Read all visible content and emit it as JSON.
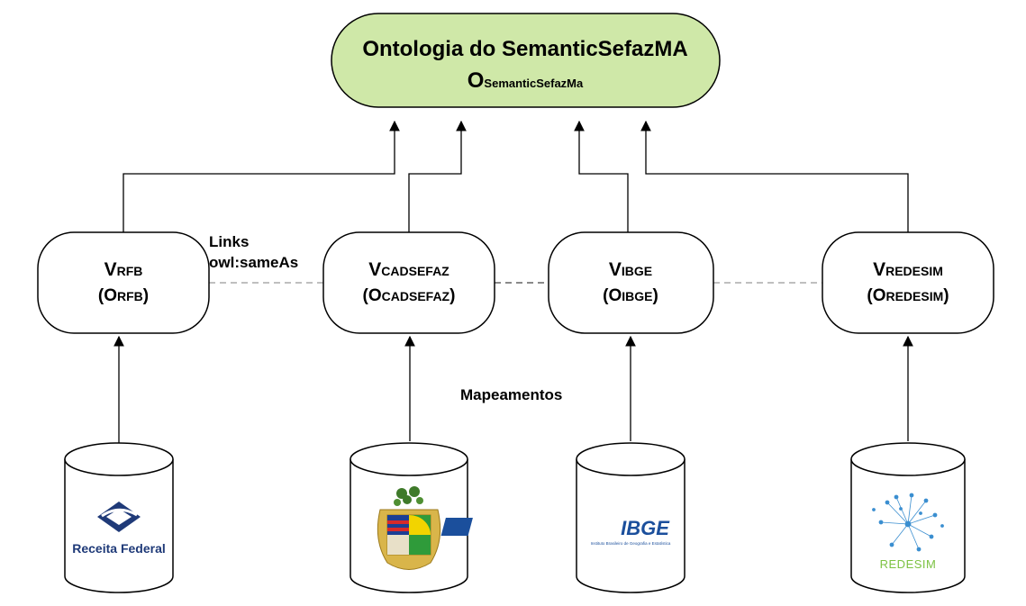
{
  "ontology": {
    "title": "Ontologia do SemanticSefazMA",
    "symbol": "O",
    "symbol_sub": "SemanticSefazMa",
    "fill_color": "#cfe8a8"
  },
  "views": [
    {
      "v": "V",
      "v_sub": "RFB",
      "o_open": "(O",
      "o_sub": "RFB",
      "o_close": ")"
    },
    {
      "v": "V",
      "v_sub": "CADSEFAZ",
      "o_open": "(O",
      "o_sub": "CADSEFAZ",
      "o_close": ")"
    },
    {
      "v": "V",
      "v_sub": "IBGE",
      "o_open": "(O",
      "o_sub": "IBGE",
      "o_close": ")"
    },
    {
      "v": "V",
      "v_sub": "REDESIM",
      "o_open": "(O",
      "o_sub": "REDESIM",
      "o_close": ")"
    }
  ],
  "labels": {
    "links_line1": "Links",
    "links_line2": "owl:sameAs",
    "mapeamentos": "Mapeamentos"
  },
  "sources": {
    "rfb": {
      "text": "Receita Federal",
      "color": "#1f3a78"
    },
    "cadsefaz": {
      "text": ""
    },
    "ibge": {
      "text": "IBGE",
      "subtitle": "Instituto Brasileiro de Geografia e Estatística",
      "color": "#1b4f9c"
    },
    "redesim": {
      "text": "REDESIM",
      "color": "#3a8ed0",
      "accent": "#7cc242"
    }
  },
  "colors": {
    "stroke": "#000000",
    "dashed": "#999999"
  }
}
